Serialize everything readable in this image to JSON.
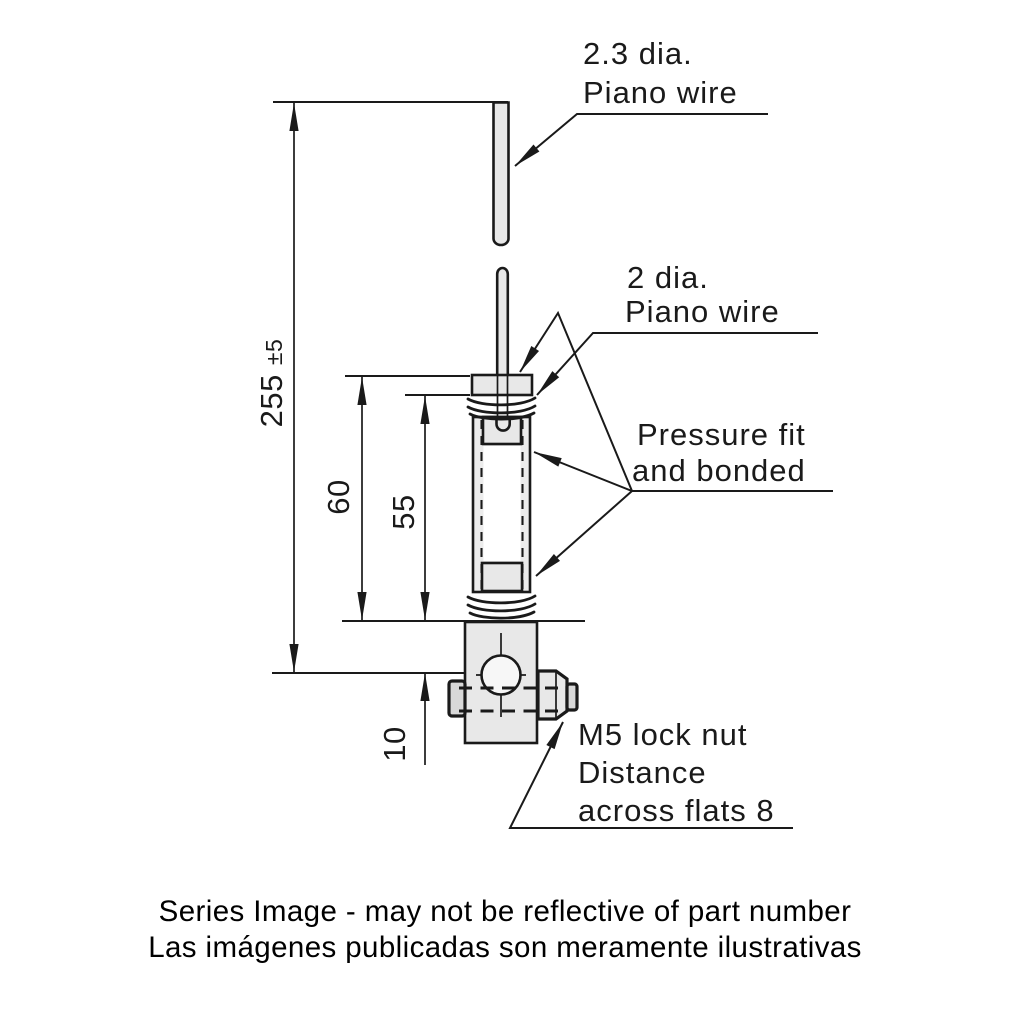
{
  "window": {
    "background": "#ffffff"
  },
  "diagram": {
    "callouts": {
      "wire_2_3": {
        "line1": "2.3 dia.",
        "line2": "Piano wire"
      },
      "wire_2": {
        "line1": "2 dia.",
        "line2": "Piano wire"
      },
      "pressure_fit": {
        "line1": "Pressure fit",
        "line2": "and bonded"
      },
      "lock_nut": {
        "line1": "M5 lock nut",
        "line2": "Distance",
        "line3": "across flats 8"
      }
    },
    "dimensions": {
      "overall": {
        "value": "255",
        "tolerance": "±5"
      },
      "cap_to_base": {
        "value": "60"
      },
      "body": {
        "value": "55"
      },
      "base_to_center": {
        "value": "10"
      }
    },
    "colors": {
      "line": "#1a1a1a",
      "part_fill": "#e8e8e8",
      "part_fill_dark": "#d8d8d8",
      "cylinder_fill": "#ececec",
      "interior_fill": "#f7f7f7"
    }
  },
  "caption": {
    "line1": "Series Image - may not be reflective of part number",
    "line2": "Las imágenes publicadas son meramente ilustrativas"
  }
}
